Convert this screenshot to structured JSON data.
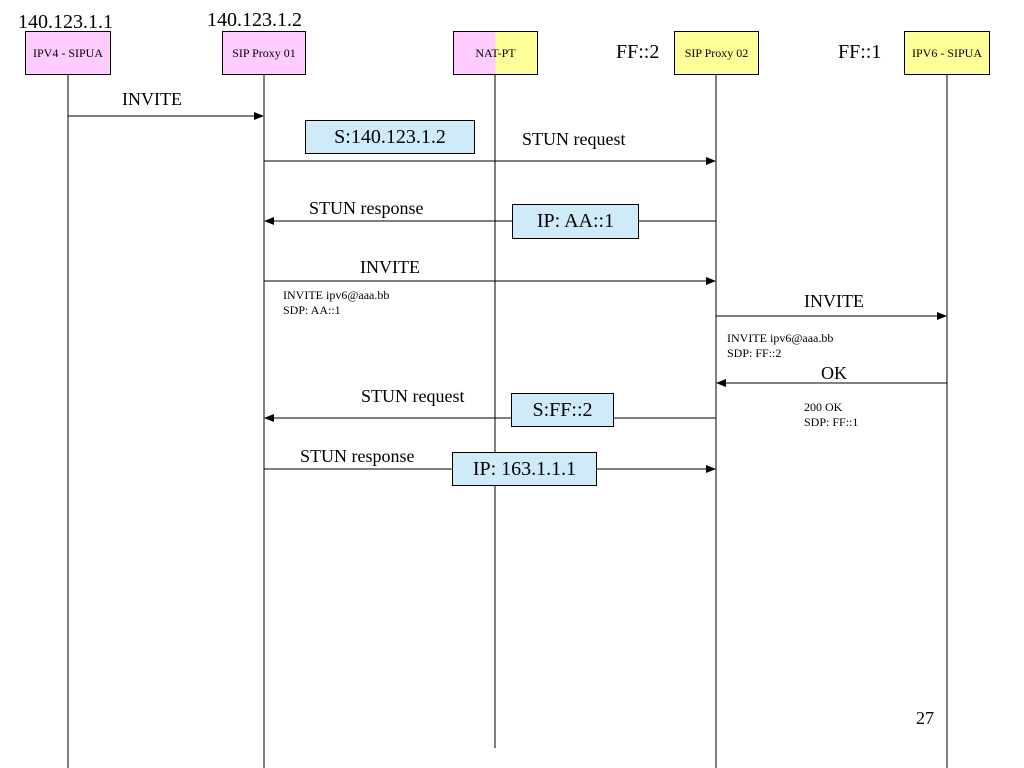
{
  "header_addresses": {
    "ipv4_ua": "140.123.1.1",
    "proxy01": "140.123.1.2",
    "proxy02": "FF::2",
    "ipv6_ua": "FF::1"
  },
  "actors": {
    "ipv4_ua": "IPV4 - SIPUA",
    "proxy01": "SIP Proxy 01",
    "natpt": "NAT-PT",
    "proxy02": "SIP Proxy 02",
    "ipv6_ua": "IPV6 - SIPUA"
  },
  "colors": {
    "actor_pink": "#ffccff",
    "actor_yellow": "#ffff99",
    "note_blue": "#cfeaf8"
  },
  "messages": [
    {
      "label": "INVITE"
    },
    {
      "label": "STUN request"
    },
    {
      "label": "STUN response"
    },
    {
      "label": "INVITE"
    },
    {
      "label": "INVITE"
    },
    {
      "label": "OK"
    },
    {
      "label": "STUN request"
    },
    {
      "label": "STUN response"
    }
  ],
  "notes": {
    "s_addr_1": "S:140.123.1.2",
    "ip_aa1": "IP: AA::1",
    "s_ff2": "S:FF::2",
    "ip_163": "IP: 163.1.1.1"
  },
  "details": {
    "invite1_line1": "INVITE ipv6@aaa.bb",
    "invite1_line2": "SDP:  AA::1",
    "invite2_line1": "INVITE ipv6@aaa.bb",
    "invite2_line2": "SDP:  FF::2",
    "ok_line1": "200 OK",
    "ok_line2": "SDP: FF::1"
  },
  "page_number": "27"
}
